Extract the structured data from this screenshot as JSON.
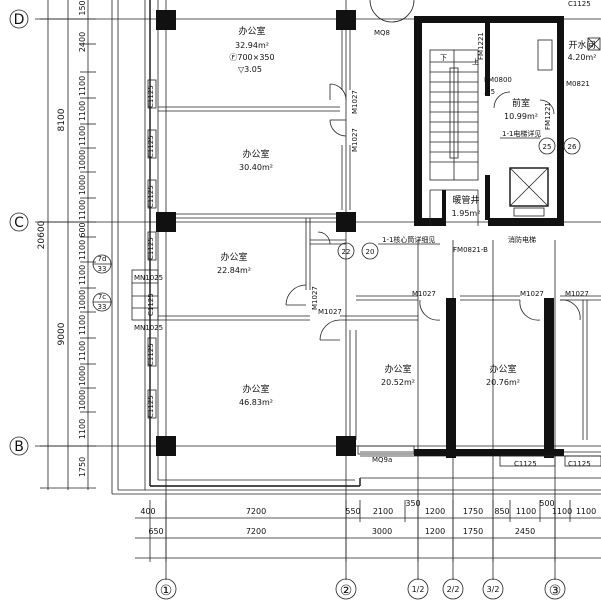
{
  "axes_horizontal": [
    {
      "label": "D",
      "display": "Ⓓ"
    },
    {
      "label": "C",
      "display": "Ⓒ"
    },
    {
      "label": "B",
      "display": "Ⓑ"
    }
  ],
  "axes_vertical": [
    {
      "label": "①"
    },
    {
      "label": "②"
    },
    {
      "label": "1/2"
    },
    {
      "label": "2/2"
    },
    {
      "label": "3/2"
    },
    {
      "label": "③"
    }
  ],
  "left_dims": {
    "total": "20600",
    "span_dc": "8100",
    "span_cb": "9000",
    "seg_top": [
      "150",
      "2400",
      "1100",
      "1100",
      "1100",
      "1000",
      "1000",
      "1100"
    ],
    "seg_mid": [
      "600",
      "1100",
      "1100",
      "1000",
      "1100",
      "1100"
    ],
    "seg_bot": [
      "1000",
      "1000",
      "1100",
      "1000",
      "1750"
    ]
  },
  "bottom_dims": {
    "row1": [
      "400",
      "7200",
      "550",
      "2100",
      "350",
      "1200",
      "1750",
      "850",
      "1100",
      "500",
      "1100",
      "1100"
    ],
    "row2": [
      "650",
      "7200",
      "3000",
      "1200",
      "1750",
      "2450"
    ]
  },
  "rooms": [
    {
      "name": "办公室",
      "area": "32.94m²",
      "extra1": "Ⓕ700×350",
      "extra2": "▽3.05"
    },
    {
      "name": "办公室",
      "area": "30.40m²"
    },
    {
      "name": "办公室",
      "area": "22.84m²"
    },
    {
      "name": "办公室",
      "area": "46.83m²"
    },
    {
      "name": "办公室",
      "area": "20.52m²"
    },
    {
      "name": "办公室",
      "area": "20.76m²"
    },
    {
      "name": "前室",
      "area": "10.99m²"
    },
    {
      "name": "开水间",
      "area": "4.20m²"
    },
    {
      "name": "暖管井",
      "area": "1.95m²"
    }
  ],
  "door_labels": {
    "mq8": "MQ8",
    "m1027_a": "M1027",
    "m1027_b": "M1027",
    "m1027_c": "M1027",
    "m1027_d": "M1027",
    "m1027_e": "M1027",
    "m1027_f": "M1027",
    "m1027_g": "M1027",
    "fm1221_a": "FM1221",
    "fm1221_b": "FM1221",
    "fm0821": "FM0821-B",
    "m0821": "M0821",
    "mq9a": "MQ9a",
    "c1125_b1": "C1125",
    "c1125_b2": "C1125",
    "c1125_l1": "C1125",
    "c1125_l2": "C1125",
    "c1125_l3": "C1125",
    "c1125_l4": "C1125",
    "c1125_l5": "C1125",
    "c1125_l6": "C1125",
    "c1125_l7": "C1125",
    "c1125_top": "C1125",
    "m1027_corr": "M1027",
    "mn1025": "MN1025",
    "mn1025b": "MN1025",
    "fm": "FM0800",
    "up": "上",
    "down": "下",
    "label_25": ".25"
  },
  "callouts": {
    "c7d": {
      "top": "7d",
      "bottom": "33"
    },
    "c7c": {
      "top": "7c",
      "bottom": "33"
    },
    "c22": "22",
    "c20": "20",
    "c25": "25",
    "c26": "26",
    "note1": "1-1核心筒详细见",
    "note2": "1-1电梯详见",
    "note3": "消防电梯"
  }
}
